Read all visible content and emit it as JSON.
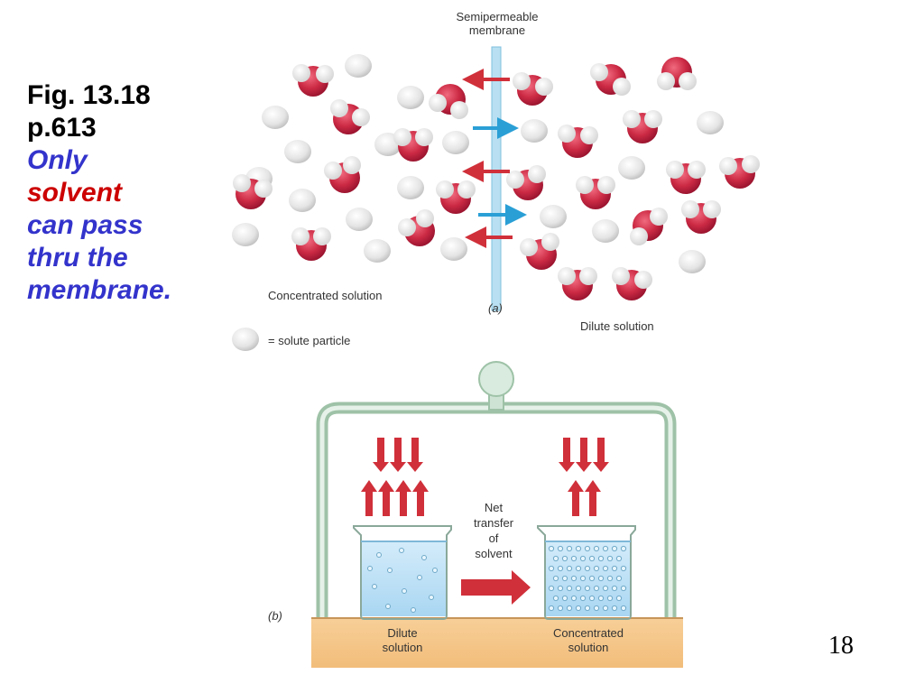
{
  "left_panel": {
    "fig_line": "Fig. 13.18",
    "page_ref": "p.613",
    "line_only": "Only",
    "line_solvent": "solvent",
    "line_can_pass": "can pass",
    "line_thru_the": "thru the",
    "line_membrane": "membrane."
  },
  "diagram_a": {
    "membrane_label_1": "Semipermeable",
    "membrane_label_2": "membrane",
    "concentrated_label": "Concentrated solution",
    "part_label": "(a)",
    "dilute_label": "Dilute solution",
    "legend_text": "= solute particle"
  },
  "diagram_b": {
    "part_label": "(b)",
    "net_transfer_1": "Net",
    "net_transfer_2": "transfer",
    "net_transfer_3": "of",
    "net_transfer_4": "solvent",
    "left_beaker_1": "Dilute",
    "left_beaker_2": "solution",
    "right_beaker_1": "Concentrated",
    "right_beaker_2": "solution"
  },
  "colors": {
    "water_red": "#c8263f",
    "arrow_red": "#d0303a",
    "arrow_blue": "#2a9fd6",
    "membrane_blue": "#a8d8ee",
    "bench": "#f5c58a",
    "glass_green": "#cfe3d5"
  },
  "page_number": "18"
}
